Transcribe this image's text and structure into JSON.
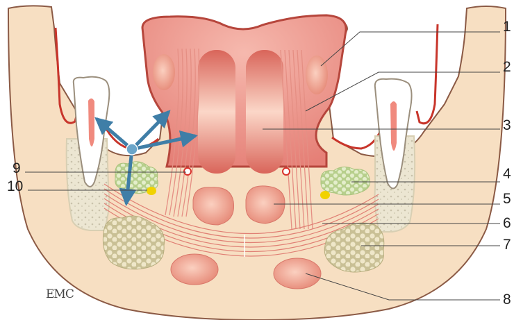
{
  "labels": {
    "l1": "1",
    "l2": "2",
    "l3": "3",
    "l4": "4",
    "l5": "5",
    "l6": "6",
    "l7": "7",
    "l8": "8",
    "l9": "9",
    "l10": "10"
  },
  "logo": "EMC",
  "colors": {
    "background": "#ffffff",
    "tissue": "#f7dfc2",
    "outline": "#8b5a45",
    "mucosa_red": "#d14b3c",
    "tongue_pink": "#ea8d85",
    "muscle_fibers": "#e38f84",
    "bone": "#e9e3cf",
    "gland_green": "#c9dca4",
    "lymph_yellow": "#f1d200",
    "arrow_blue": "#4a86ad"
  }
}
